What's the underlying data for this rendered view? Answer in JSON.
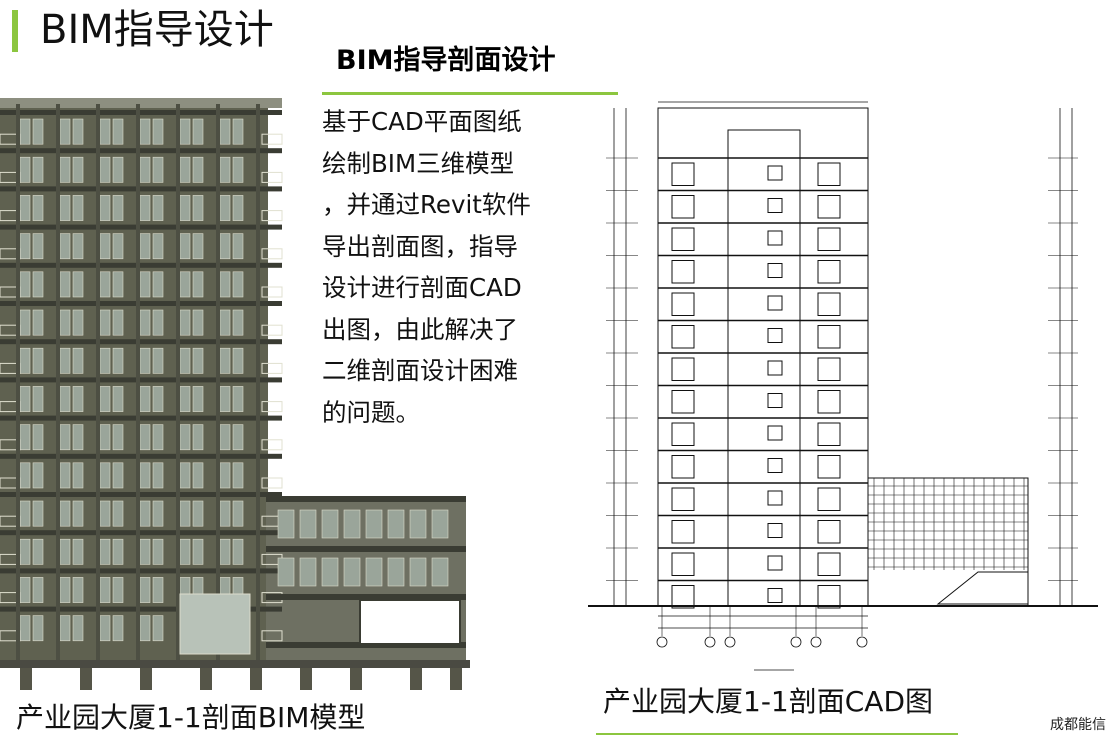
{
  "page_title": "BIM指导设计",
  "section_title": "BIM指导剖面设计",
  "body_lines": [
    "基于CAD平面图纸",
    "绘制BIM三维模型",
    "，并通过Revit软件",
    "导出剖面图，指导",
    "设计进行剖面CAD",
    "出图，由此解决了",
    "二维剖面设计困难",
    "的问题。"
  ],
  "caption_bim": "产业园大厦1-1剖面BIM模型",
  "caption_cad": "产业园大厦1-1剖面CAD图",
  "footer_org": "成都能信",
  "colors": {
    "accent_green": "#8cc63f",
    "bim_facade": "#5f6150",
    "bim_glass": "#9aa59a",
    "bim_slab": "#3a3c33",
    "cad_line": "#111111"
  },
  "icons": {
    "bim_model": "building-section-3d-render",
    "cad_drawing": "building-section-cad-drawing"
  }
}
